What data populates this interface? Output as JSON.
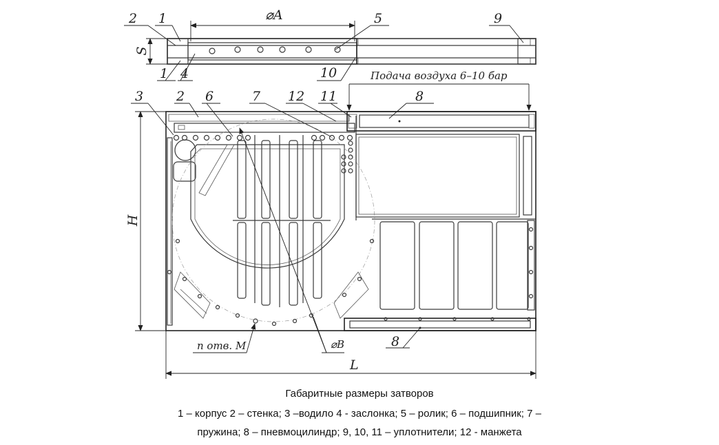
{
  "callouts": {
    "n1a": "1",
    "n2a": "2",
    "n1b": "1",
    "n4": "4",
    "n5": "5",
    "n9": "9",
    "n10": "10",
    "n3": "3",
    "n2b": "2",
    "n6": "6",
    "n7": "7",
    "n12": "12",
    "n11": "11",
    "n8a": "8",
    "n8b": "8"
  },
  "dimensions": {
    "diameter_a": "⌀A",
    "thickness": "S",
    "height": "H",
    "length": "L",
    "diameter_b": "⌀B",
    "holes": "n отв. M"
  },
  "note_air": "Подача воздуха 6–10 бар",
  "caption": {
    "line1": "Габаритные размеры затворов",
    "line2": "1 – корпус 2 – стенка; 3 –водило 4 - заслонка; 5 – ролик; 6 – подшипник; 7 –",
    "line3": "пружина; 8 – пневмоцилиндр; 9, 10, 11 – уплотнители; 12 - манжета"
  }
}
